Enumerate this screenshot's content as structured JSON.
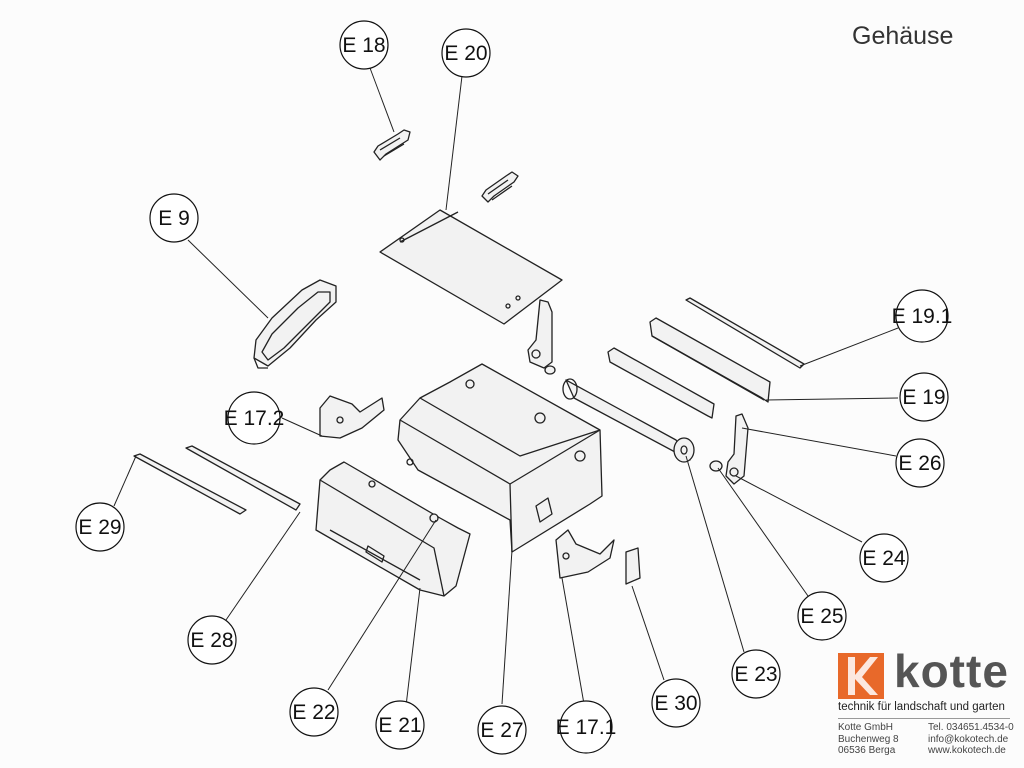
{
  "title": "Gehäuse",
  "callouts": [
    {
      "id": "E18",
      "label": "E 18"
    },
    {
      "id": "E20",
      "label": "E 20"
    },
    {
      "id": "E9",
      "label": "E 9"
    },
    {
      "id": "E19_1",
      "label": "E 19.1"
    },
    {
      "id": "E19",
      "label": "E 19"
    },
    {
      "id": "E17_2",
      "label": "E 17.2"
    },
    {
      "id": "E26",
      "label": "E 26"
    },
    {
      "id": "E29",
      "label": "E 29"
    },
    {
      "id": "E24",
      "label": "E 24"
    },
    {
      "id": "E25",
      "label": "E 25"
    },
    {
      "id": "E28",
      "label": "E 28"
    },
    {
      "id": "E23",
      "label": "E 23"
    },
    {
      "id": "E30",
      "label": "E 30"
    },
    {
      "id": "E22",
      "label": "E 22"
    },
    {
      "id": "E21",
      "label": "E 21"
    },
    {
      "id": "E27",
      "label": "E 27"
    },
    {
      "id": "E17_1",
      "label": "E 17.1"
    }
  ],
  "logo": {
    "brand": "kotte",
    "accent_color": "#e8692a",
    "tagline": "technik für landschaft und garten",
    "address_left": [
      "Kotte GmbH",
      "Buchenweg 8",
      "06536 Berga"
    ],
    "address_right": [
      "Tel. 034651.4534-0",
      "info@kokotech.de",
      "www.kokotech.de"
    ]
  }
}
